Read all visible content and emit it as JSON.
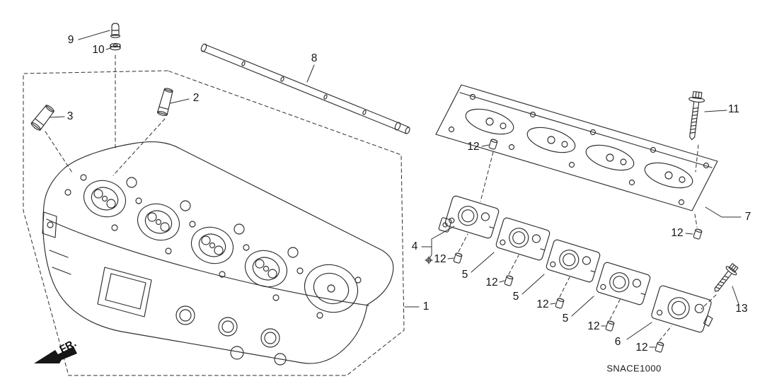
{
  "diagram": {
    "code": "SNACE1000",
    "fr_label": "FR.",
    "parts": {
      "p1": "1",
      "p2": "2",
      "p3": "3",
      "p4": "4",
      "p5": "5",
      "p6": "6",
      "p7": "7",
      "p8": "8",
      "p9": "9",
      "p10": "10",
      "p11": "11",
      "p12": "12",
      "p13": "13"
    }
  }
}
